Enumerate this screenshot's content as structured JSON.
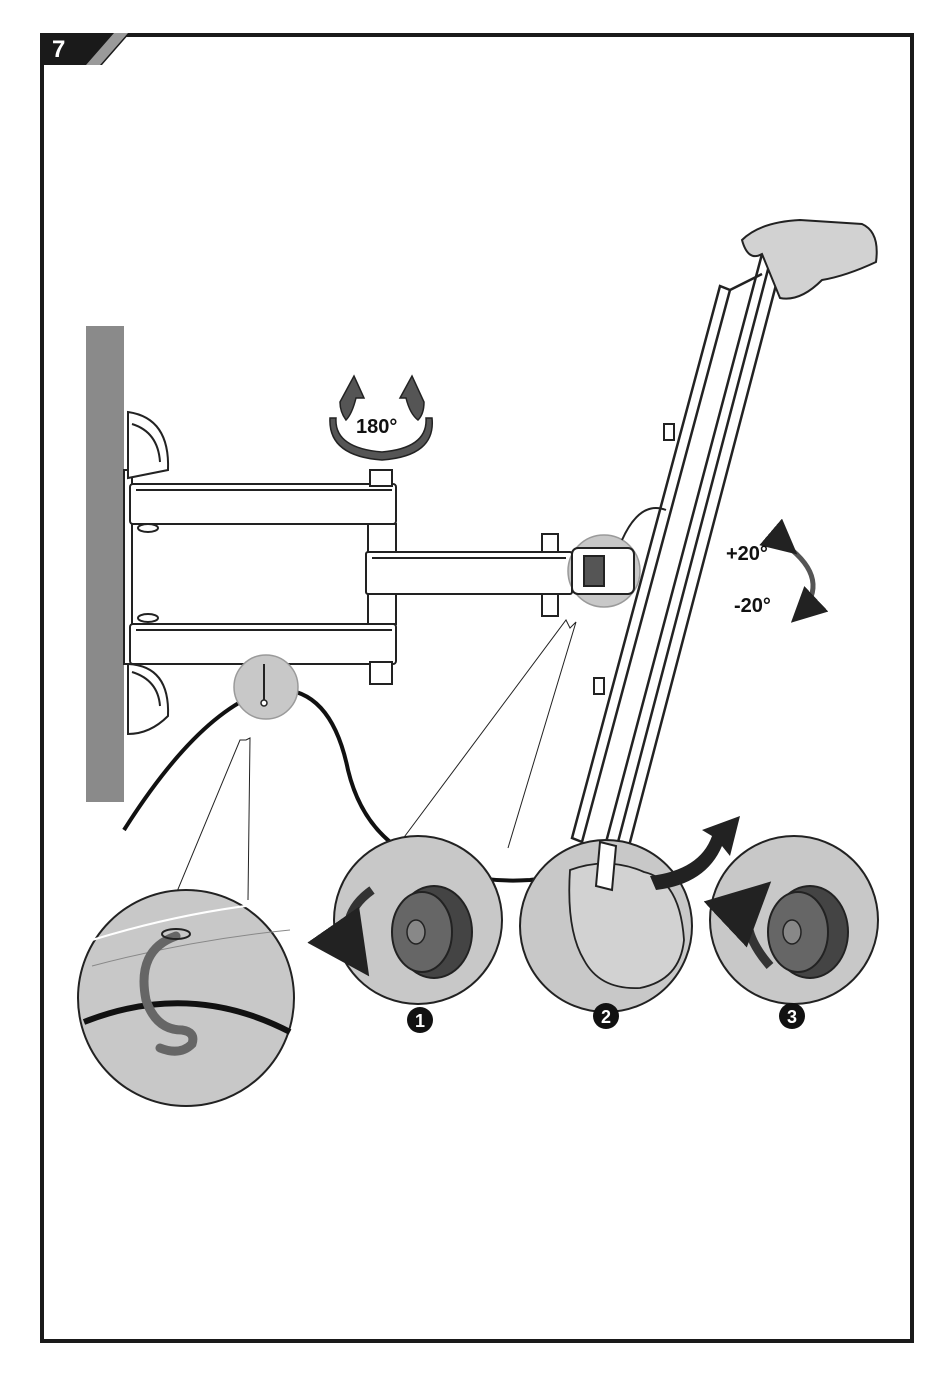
{
  "step": {
    "number": "7"
  },
  "rotation": {
    "swivel_label": "180°"
  },
  "tilt": {
    "up_label": "+20°",
    "down_label": "-20°"
  },
  "steps": [
    {
      "badge": "1"
    },
    {
      "badge": "2"
    },
    {
      "badge": "3"
    }
  ],
  "colors": {
    "frame": "#1a1a1a",
    "wall": "#8a8a8a",
    "callout_fill": "#c8c8c8",
    "knob": "#555555",
    "hand": "#d2d2d2"
  }
}
